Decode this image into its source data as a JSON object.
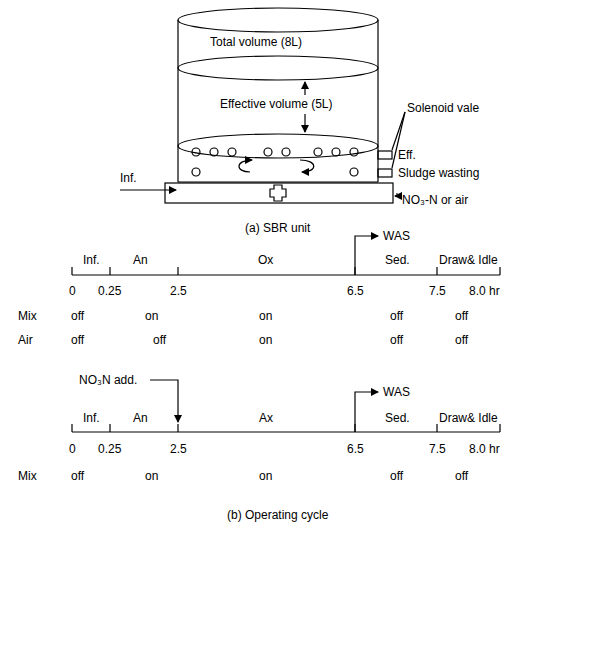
{
  "diagram": {
    "labels": [
      "Total volume (8L)",
      "Effective volume (5L)",
      "Solenoid vale",
      "Eff.",
      "Sludge wasting",
      "Inf.",
      "NO₃-N or air",
      "(a) SBR unit",
      "WAS",
      "Inf.",
      "An",
      "Ox",
      "Sed.",
      "Draw& Idle",
      "0",
      "0.25",
      "2.5",
      "6.5",
      "7.5",
      "8.0 hr",
      "Mix",
      "off",
      "on",
      "on",
      "off",
      "off",
      "Air",
      "off",
      "off",
      "on",
      "off",
      "off",
      "NO₃N add.",
      "WAS",
      "Inf.",
      "An",
      "Ax",
      "Sed.",
      "Draw& Idle",
      "0",
      "0.25",
      "2.5",
      "6.5",
      "7.5",
      "8.0 hr",
      "Mix",
      "off",
      "on",
      "on",
      "off",
      "off",
      "(b) Operating cycle"
    ]
  }
}
